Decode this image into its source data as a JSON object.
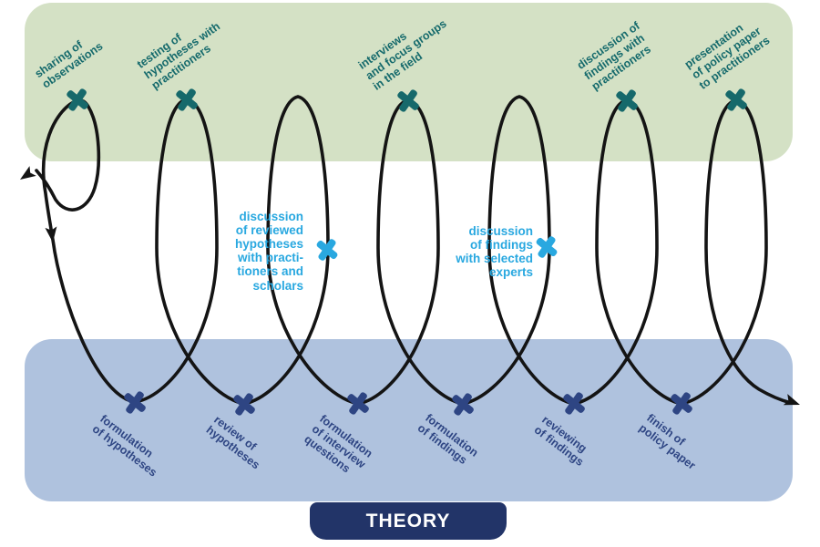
{
  "practice_band": {
    "fill": "#d4e1c5",
    "label_color": "#156a6c",
    "steps": [
      {
        "text": "sharing of\nobservations"
      },
      {
        "text": "testing of\nhypotheses with\npractitioners"
      },
      {
        "text": "interviews\nand focus groups\nin the field"
      },
      {
        "text": "discussion of\nfindings with\npractitioners"
      },
      {
        "text": "presentation\nof policy paper\nto practitioners"
      }
    ]
  },
  "midway": {
    "label_color": "#29a8e0",
    "steps": [
      {
        "text": "discussion\nof reviewed\nhypotheses\nwith practi-\ntioners and\nscholars"
      },
      {
        "text": "discussion\nof findings\nwith selected\nexperts"
      }
    ]
  },
  "theory_band": {
    "fill": "#afc2de",
    "label_color": "#2e4583",
    "title": "THEORY",
    "title_box_color": "#223468",
    "steps": [
      {
        "text": "formulation\nof hypotheses"
      },
      {
        "text": "review of\nhypotheses"
      },
      {
        "text": "formulation\nof interview\nquestions"
      },
      {
        "text": "formulation\nof findings"
      },
      {
        "text": "reviewing\nof findings"
      },
      {
        "text": "finish of\npolicy paper"
      }
    ]
  },
  "flow": {
    "line_color": "#141414",
    "practice_marker_color": "#16696b",
    "theory_marker_color": "#2e4583",
    "midway_marker_color": "#29a8e0"
  }
}
